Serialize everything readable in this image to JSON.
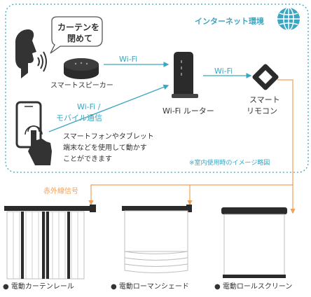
{
  "labels": {
    "environment": "インターネット環境",
    "speech": [
      "カーテンを",
      "閉めて"
    ],
    "smart_speaker": "スマートスピーカー",
    "wifi_speaker": "Wi-Fi",
    "wifi_router_link": "Wi-Fi",
    "router": "Wi-Fi ルーター",
    "remote": [
      "スマート",
      "リモコン"
    ],
    "wifi_mobile": [
      "Wi-Fi /",
      "モバイル通信"
    ],
    "phone_desc": [
      "スマートフォンやタブレット",
      "端末などを使用して動かす",
      "ことができます"
    ],
    "note": "※室内使用時のイメージ略図",
    "infrared": "赤外線信号",
    "devices": [
      "● 電動カーテンレール",
      "● 電動ローマンシェード",
      "● 電動ロールスクリーン"
    ]
  },
  "colors": {
    "teal": "#3aa6c1",
    "orange": "#f0a05a",
    "dark": "#333333",
    "light_gray": "#cfcfcf",
    "fabric_line": "#bfbfbf"
  },
  "icons": [
    "globe-icon",
    "person-speaking-icon",
    "smart-speaker-icon",
    "wifi-router-icon",
    "smart-remote-icon",
    "smartphone-icon",
    "hand-tap-icon",
    "curtain-rail-icon",
    "roman-shade-icon",
    "roller-screen-icon"
  ]
}
